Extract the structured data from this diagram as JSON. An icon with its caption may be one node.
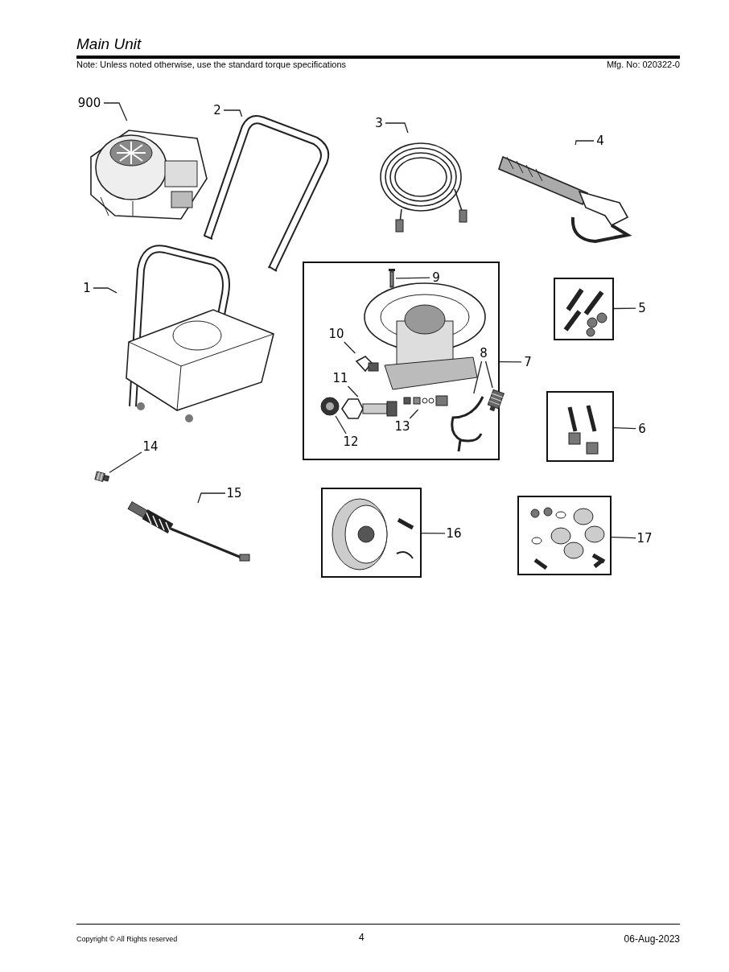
{
  "diagram": {
    "title": "Main Unit",
    "nodes": [
      {
        "text": [
          "900"
        ]
      },
      {
        "text": [],
        "shape": "picture"
      },
      {
        "text": [
          "2"
        ]
      },
      {
        "text": [],
        "shape": "picture"
      },
      {
        "text": [
          "3"
        ]
      },
      {
        "text": [],
        "shape": "picture"
      },
      {
        "text": [
          "4"
        ]
      },
      {
        "text": [],
        "shape": "picture"
      },
      {
        "text": [
          "1"
        ]
      },
      {
        "text": [],
        "shape": "picture"
      },
      {
        "text": [],
        "shape": "box"
      },
      {
        "text": [
          "7"
        ]
      },
      {
        "text": [
          "9"
        ],
        "in": 10
      },
      {
        "text": [],
        "shape": "picture",
        "in": 10
      },
      {
        "text": [
          "10"
        ],
        "in": 10
      },
      {
        "text": [],
        "shape": "picture",
        "in": 10
      },
      {
        "text": [
          "8"
        ],
        "in": 10
      },
      {
        "text": [],
        "shape": "picture",
        "in": 10
      },
      {
        "text": [],
        "shape": "picture",
        "in": 10
      },
      {
        "text": [
          "11"
        ],
        "in": 10
      },
      {
        "text": [],
        "shape": "picture",
        "in": 10
      },
      {
        "text": [
          "12"
        ],
        "in": 10
      },
      {
        "text": [],
        "shape": "picture",
        "in": 10
      },
      {
        "text": [
          "13"
        ],
        "in": 10
      },
      {
        "text": [],
        "shape": "picture",
        "in": 10
      },
      {
        "text": [],
        "shape": "box"
      },
      {
        "text": [
          "5"
        ]
      },
      {
        "text": [],
        "shape": "box"
      },
      {
        "text": [
          "6"
        ]
      },
      {
        "text": [
          "14"
        ]
      },
      {
        "text": [],
        "shape": "picture"
      },
      {
        "text": [
          "15"
        ]
      },
      {
        "text": [],
        "shape": "picture"
      },
      {
        "text": [],
        "shape": "box"
      },
      {
        "text": [
          "16"
        ]
      },
      {
        "text": [],
        "shape": "box"
      },
      {
        "text": [
          "17"
        ]
      }
    ],
    "edges": [
      {
        "from": 0,
        "to": 1,
        "arrow": "none"
      },
      {
        "from": 2,
        "to": 3,
        "arrow": "none"
      },
      {
        "from": 4,
        "to": 5,
        "arrow": "none"
      },
      {
        "from": 6,
        "to": 7,
        "arrow": "none"
      },
      {
        "from": 8,
        "to": 9,
        "arrow": "none"
      },
      {
        "from": 11,
        "to": 10,
        "arrow": "none"
      },
      {
        "from": 12,
        "to": 13,
        "arrow": "none"
      },
      {
        "from": 14,
        "to": 15,
        "arrow": "none"
      },
      {
        "from": 16,
        "to": 17,
        "arrow": "none"
      },
      {
        "from": 16,
        "to": 18,
        "arrow": "none"
      },
      {
        "from": 19,
        "to": 20,
        "arrow": "none"
      },
      {
        "from": 21,
        "to": 22,
        "arrow": "none"
      },
      {
        "from": 23,
        "to": 24,
        "arrow": "none"
      },
      {
        "from": 26,
        "to": 25,
        "arrow": "none"
      },
      {
        "from": 28,
        "to": 27,
        "arrow": "none"
      },
      {
        "from": 29,
        "to": 30,
        "arrow": "none"
      },
      {
        "from": 31,
        "to": 32,
        "arrow": "none"
      },
      {
        "from": 34,
        "to": 33,
        "arrow": "none"
      },
      {
        "from": 36,
        "to": 35,
        "arrow": "none"
      }
    ],
    "labels": [
      "Note: Unless noted otherwise, use the standard torque specifications",
      "Mfg. No: 020322-0",
      "Copyright © All Rights reserved",
      "4",
      "06-Aug-2023"
    ]
  }
}
